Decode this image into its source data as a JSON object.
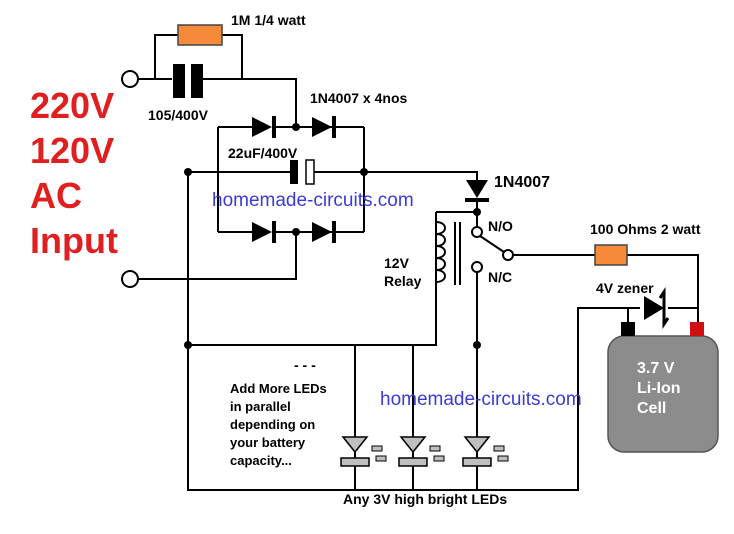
{
  "input_label": [
    "220V",
    "120V",
    "AC",
    "Input"
  ],
  "components": {
    "resistor_1m": "1M 1/4 watt",
    "cap_105": "105/400V",
    "diodes_bridge": "1N4007 x 4nos",
    "cap_22uf": "22uF/400V",
    "diode_single": "1N4007",
    "relay": [
      "12V",
      "Relay"
    ],
    "contact_no": "N/O",
    "contact_nc": "N/C",
    "resistor_100": "100 Ohms 2 watt",
    "zener": "4V zener",
    "cell": [
      "3.7 V",
      "Li-Ion",
      "Cell"
    ]
  },
  "notes": {
    "more_leds": [
      "Add More LEDs",
      "in parallel",
      "depending on",
      "your battery",
      "capacity..."
    ],
    "dots": "- - -",
    "leds_label": "Any 3V high bright LEDs"
  },
  "watermark": "homemade-circuits.com",
  "colors": {
    "input_text": "#e02020",
    "watermark": "#3a3ad8",
    "resistor_fill": "#f58a3b",
    "cell_fill": "#8c8c8c",
    "terminal_red": "#d01010",
    "led_fill": "#bfbfbf"
  }
}
